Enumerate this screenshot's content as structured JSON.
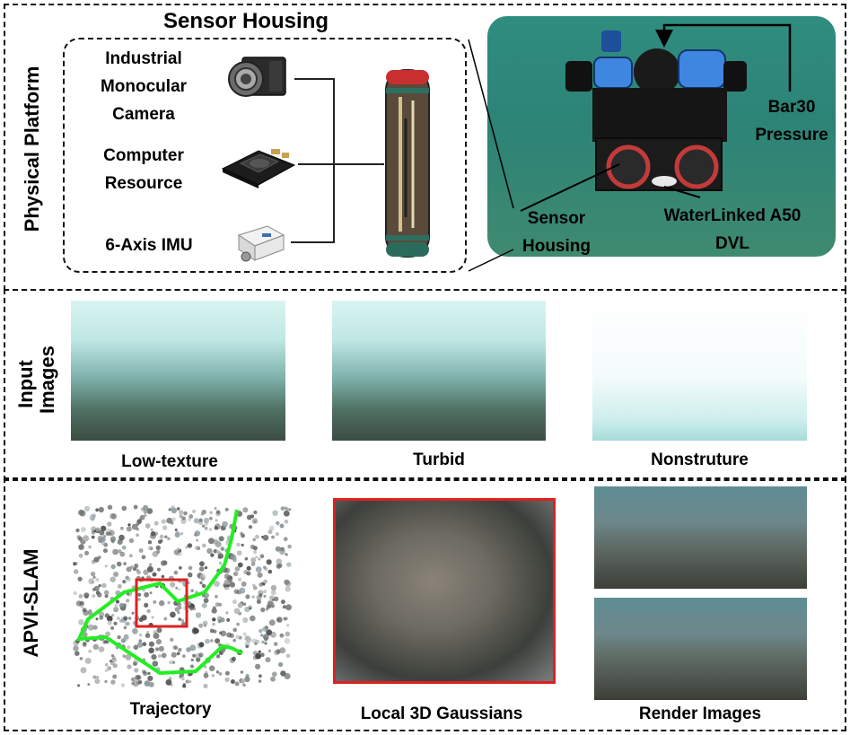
{
  "sections": {
    "physical": {
      "label": "Physical Platform"
    },
    "input": {
      "label": "Input\nImages"
    },
    "slam": {
      "label": "APVI-SLAM"
    }
  },
  "sensor_housing": {
    "title": "Sensor Housing",
    "components": [
      {
        "label": "Industrial\nMonocular\nCamera",
        "icon": "camera-icon"
      },
      {
        "label": "Computer\nResource",
        "icon": "computer-board-icon"
      },
      {
        "label": "6-Axis IMU",
        "icon": "imu-icon"
      }
    ]
  },
  "robot_callouts": {
    "bar30": "Bar30\nPressure",
    "housing": "Sensor\nHousing",
    "dvl": "WaterLinked A50\nDVL"
  },
  "input_images": [
    {
      "caption": "Low-texture"
    },
    {
      "caption": "Turbid"
    },
    {
      "caption": "Nonstruture"
    }
  ],
  "results": {
    "trajectory": "Trajectory",
    "gaussians": "Local 3D Gaussians",
    "render": "Render Images"
  },
  "colors": {
    "trajectory": "#22ee22",
    "highlight": "#e02020",
    "dashed_border": "#111111"
  }
}
